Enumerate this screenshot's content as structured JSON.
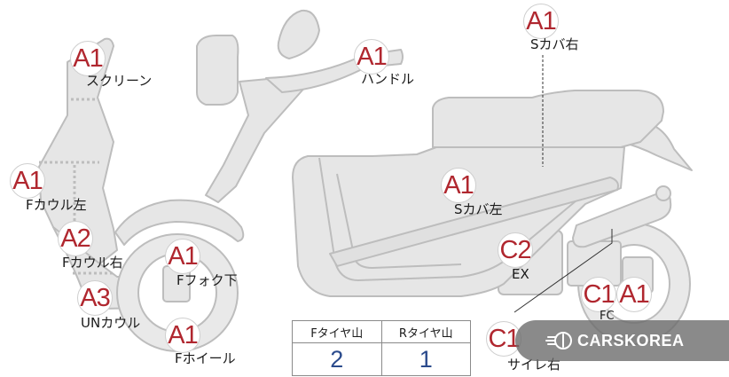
{
  "diagram": {
    "colors": {
      "body_fill": "#e6e6e6",
      "body_stroke": "#bdbdbd",
      "grade_text": "#b0272f",
      "tread_value": "#2a4a8c"
    },
    "callouts": [
      {
        "id": "screen",
        "grade": "A1",
        "part": "スクリーン"
      },
      {
        "id": "handle",
        "grade": "A1",
        "part": "ハンドル"
      },
      {
        "id": "s-cover-r",
        "grade": "A1",
        "part": "Sカバ右"
      },
      {
        "id": "f-cowl-l",
        "grade": "A1",
        "part": "Fカウル左"
      },
      {
        "id": "s-cover-l",
        "grade": "A1",
        "part": "Sカバ左"
      },
      {
        "id": "f-cowl-r",
        "grade": "A2",
        "part": "Fカウル右"
      },
      {
        "id": "ex",
        "grade": "C2",
        "part": "EX"
      },
      {
        "id": "f-fork-lower",
        "grade": "A1",
        "part": "Fフォク下"
      },
      {
        "id": "un-cowl",
        "grade": "A3",
        "part": "UNカウル"
      },
      {
        "id": "fc",
        "grade": "C1",
        "part": "FC"
      },
      {
        "id": "fc-2",
        "grade": "A1",
        "part": ""
      },
      {
        "id": "side-r",
        "grade": "C1",
        "part": "サイレ右"
      },
      {
        "id": "f-wheel",
        "grade": "A1",
        "part": "Fホイール"
      }
    ]
  },
  "tread_table": {
    "headers": [
      "Fタイヤ山",
      "Rタイヤ山"
    ],
    "values": [
      "2",
      "1"
    ]
  },
  "watermark": {
    "text": "CARSKOREA",
    "icon": "carskorea-logo-icon"
  }
}
